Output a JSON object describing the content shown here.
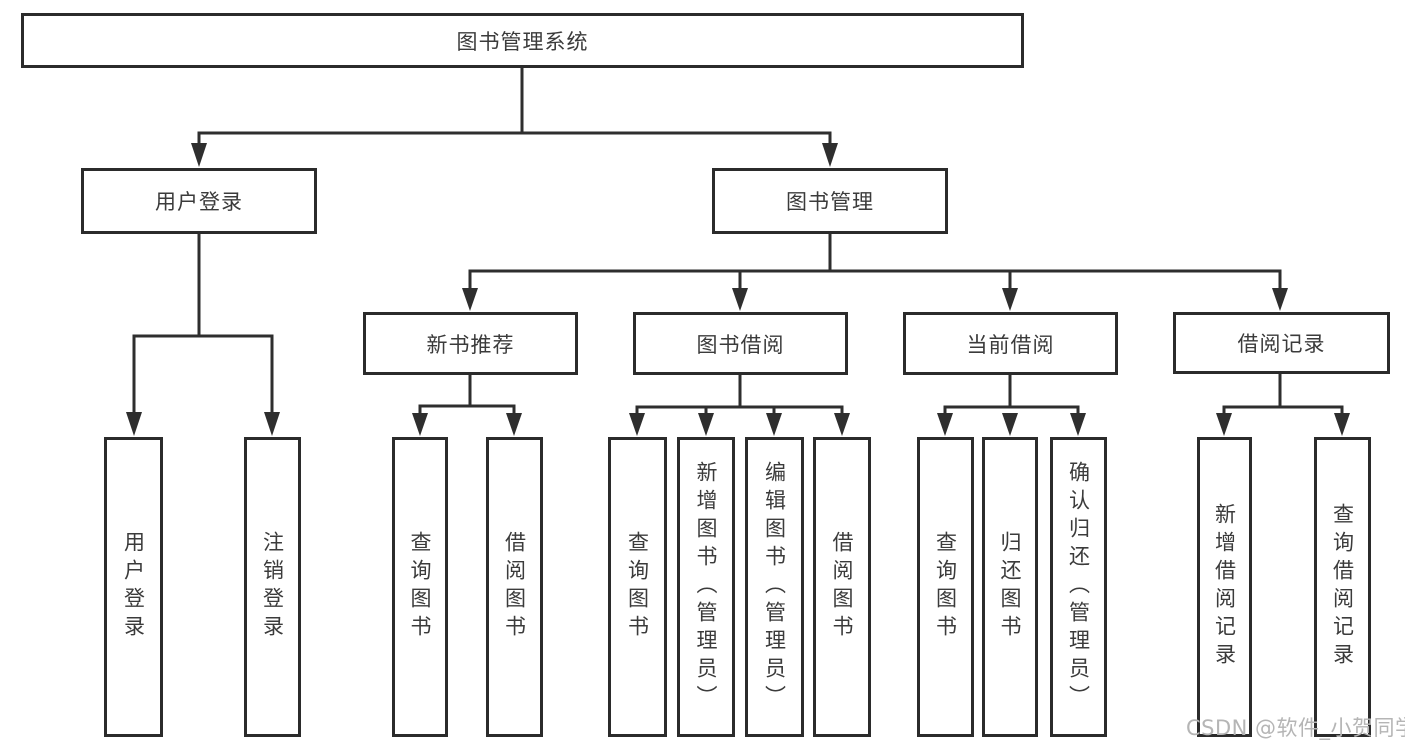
{
  "diagram_title": "图书管理系统",
  "tree": {
    "label": "图书管理系统",
    "children": [
      {
        "label": "用户登录",
        "children": [
          {
            "label": "用户登录"
          },
          {
            "label": "注销登录"
          }
        ]
      },
      {
        "label": "图书管理",
        "children": [
          {
            "label": "新书推荐",
            "children": [
              {
                "label": "查询图书"
              },
              {
                "label": "借阅图书"
              }
            ]
          },
          {
            "label": "图书借阅",
            "children": [
              {
                "label": "查询图书"
              },
              {
                "label": "新增图书（管理员）"
              },
              {
                "label": "编辑图书（管理员）"
              },
              {
                "label": "借阅图书"
              }
            ]
          },
          {
            "label": "当前借阅",
            "children": [
              {
                "label": "查询图书"
              },
              {
                "label": "归还图书"
              },
              {
                "label": "确认归还（管理员）"
              }
            ]
          },
          {
            "label": "借阅记录",
            "children": [
              {
                "label": "新增借阅记录"
              },
              {
                "label": "查询借阅记录"
              }
            ]
          }
        ]
      }
    ]
  },
  "watermark": {
    "text": "CSDN @软件_小贺同学"
  },
  "colors": {
    "background": "#ffffff",
    "line": "#2e2e2e",
    "box_border": "#2b2b2b",
    "text": "#3b3b3b",
    "watermark": "#b5b5b5"
  }
}
